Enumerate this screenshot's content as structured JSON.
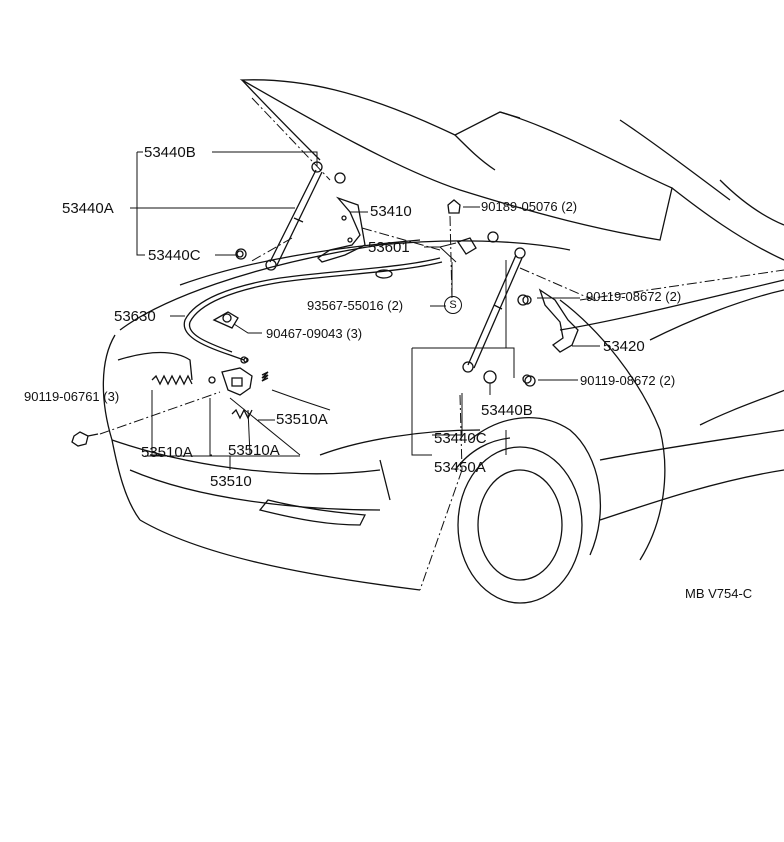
{
  "labels": {
    "p53440B_top": "53440B",
    "p53440A": "53440A",
    "p53440C_left": "53440C",
    "p53410": "53410",
    "p53601": "53601",
    "p90189": "90189-05076 (2)",
    "p93567": "93567-55016 (2)",
    "p93567_mark": "S",
    "p53630": "53630",
    "p90467": "90467-09043 (3)",
    "p90119_a": "90119-08672 (2)",
    "p53420": "53420",
    "p90119_b": "90119-08672 (2)",
    "p53440B_right": "53440B",
    "p53440C_right": "53440C",
    "p53450A": "53450A",
    "p90119_06761": "90119-06761 (3)",
    "p53510A_1": "53510A",
    "p53510A_2": "53510A",
    "p53510A_3": "53510A",
    "p53510": "53510",
    "ref_code": "MB V754-C"
  }
}
